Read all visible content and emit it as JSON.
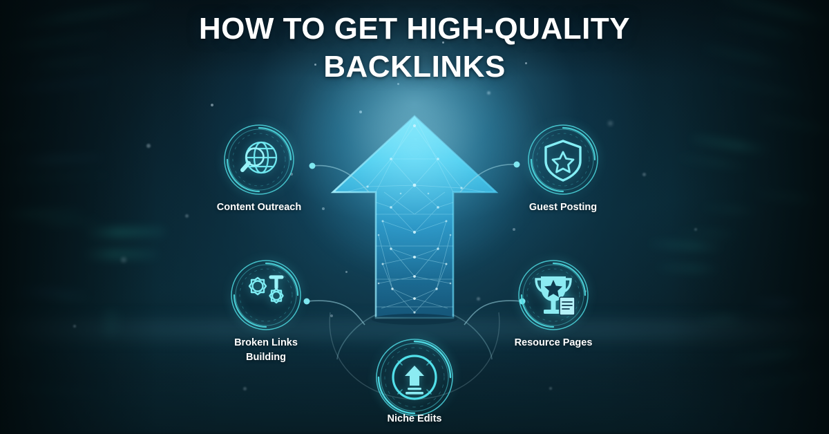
{
  "title": {
    "line1": "HOW TO GET HIGH-QUALITY",
    "line2": "BACKLINKS"
  },
  "colors": {
    "accent_cyan": "#5fe3ea",
    "accent_light": "#8ce9f2",
    "arrow_cyan": "#3fd2f2",
    "arrow_light": "#7ef0ff",
    "background_deep": "#071418",
    "background_teal": "#0b2c38",
    "label_text": "#ffffff"
  },
  "center_graphic": {
    "name": "upward-arrow",
    "description": "glowing cyan low-poly network arrow pointing up"
  },
  "nodes": [
    {
      "id": "content-outreach",
      "label": "Content Outreach",
      "label_lines": [
        "Content Outreach"
      ],
      "icon": "globe-magnifier-icon",
      "position": "top-left"
    },
    {
      "id": "guest-posting",
      "label": "Guest Posting",
      "label_lines": [
        "Guest Posting"
      ],
      "icon": "shield-star-icon",
      "position": "top-right"
    },
    {
      "id": "broken-links-building",
      "label": "Broken Links Building",
      "label_lines": [
        "Broken Links",
        "Building"
      ],
      "icon": "gears-wrench-icon",
      "position": "mid-left"
    },
    {
      "id": "resource-pages",
      "label": "Resource Pages",
      "label_lines": [
        "Resource Pages"
      ],
      "icon": "trophy-document-icon",
      "position": "mid-right"
    },
    {
      "id": "niche-edits",
      "label": "Niche Edits",
      "label_lines": [
        "Niche Edits"
      ],
      "icon": "upload-arrow-circle-icon",
      "position": "bottom-center"
    }
  ]
}
